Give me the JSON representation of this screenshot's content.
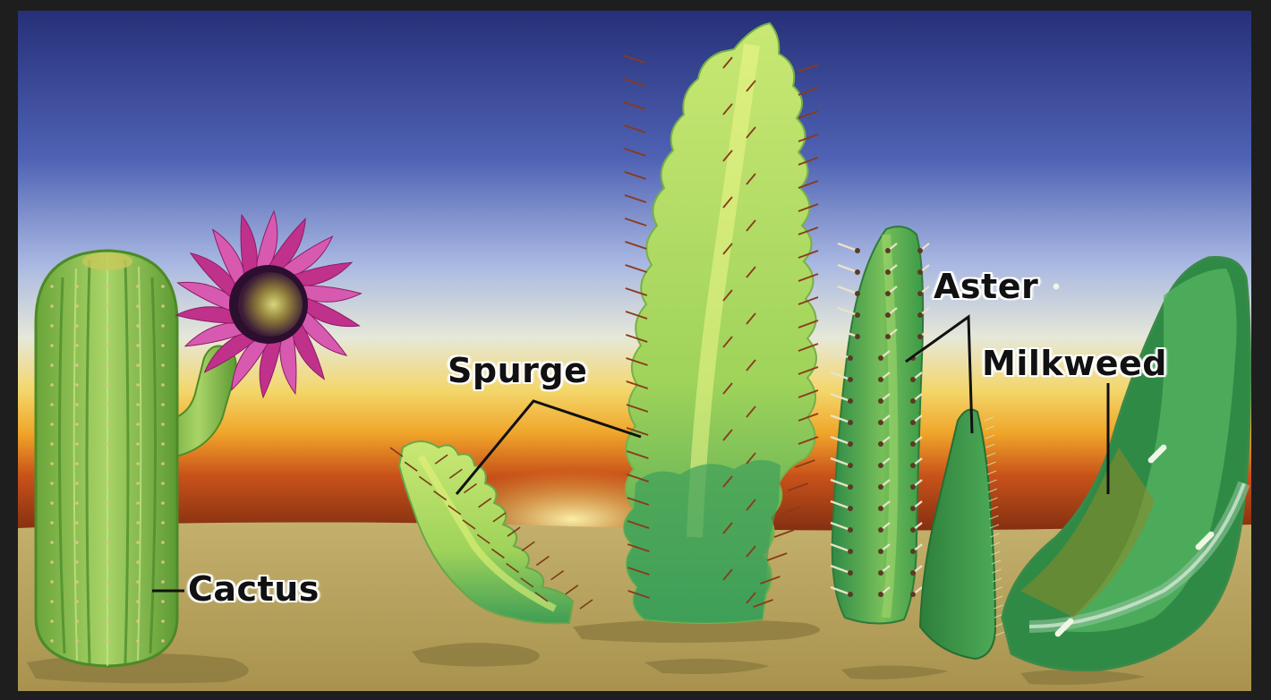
{
  "labels": {
    "cactus": "Cactus",
    "spurge": "Spurge",
    "aster": "Aster",
    "milkweed": "Milkweed"
  },
  "colors": {
    "sky_top": "#2a3580",
    "sky_mid": "#7a8fd0",
    "horizon_yellow": "#f2c21a",
    "horizon_orange": "#c64f12",
    "sand": "#b9a45f",
    "flower": "#c0318c",
    "plant_light": "#b5db5c",
    "plant_dark": "#2f8a45"
  }
}
